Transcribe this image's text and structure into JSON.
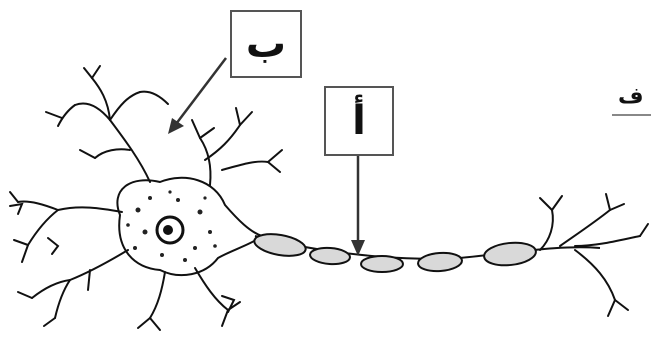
{
  "labels": {
    "b": "ب",
    "a": "أ",
    "edge": "ف :"
  },
  "colors": {
    "ink": "#111111",
    "box_border": "#555555",
    "background": "#ffffff",
    "sheath_fill": "#d9d9d9"
  }
}
